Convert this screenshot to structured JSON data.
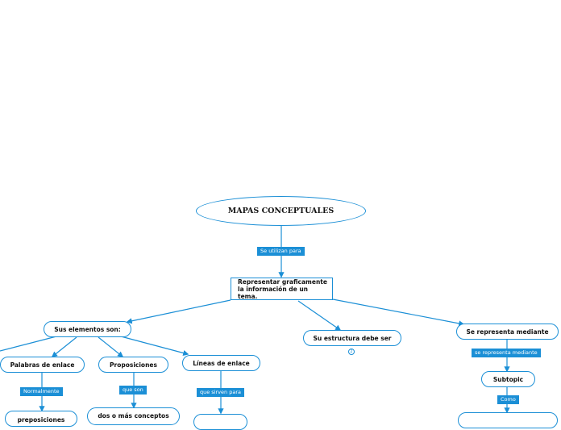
{
  "map": {
    "title": "MAPAS CONCEPTUALES",
    "link_use": "Se utilizan para",
    "purpose": "Representar graficamente la información de un tema.",
    "elements": "Sus elementos son:",
    "structure": "Su estructura debe ser",
    "structure_badge": "2",
    "represented": "Se representa mediante",
    "link_represented": "se representa mediante",
    "subtopic": "Subtopic",
    "link_como": "Como",
    "words": "Palabras de enlace",
    "link_normally": "Normalmente",
    "words_child": "preposiciones",
    "propositions": "Proposiciones",
    "link_que_son": "que son",
    "propositions_child": "dos o más conceptos",
    "lines": "Líneas de enlace",
    "link_serve": "que sirven para"
  },
  "colors": {
    "accent": "#1b8fd6",
    "line": "#1b8fd6"
  }
}
